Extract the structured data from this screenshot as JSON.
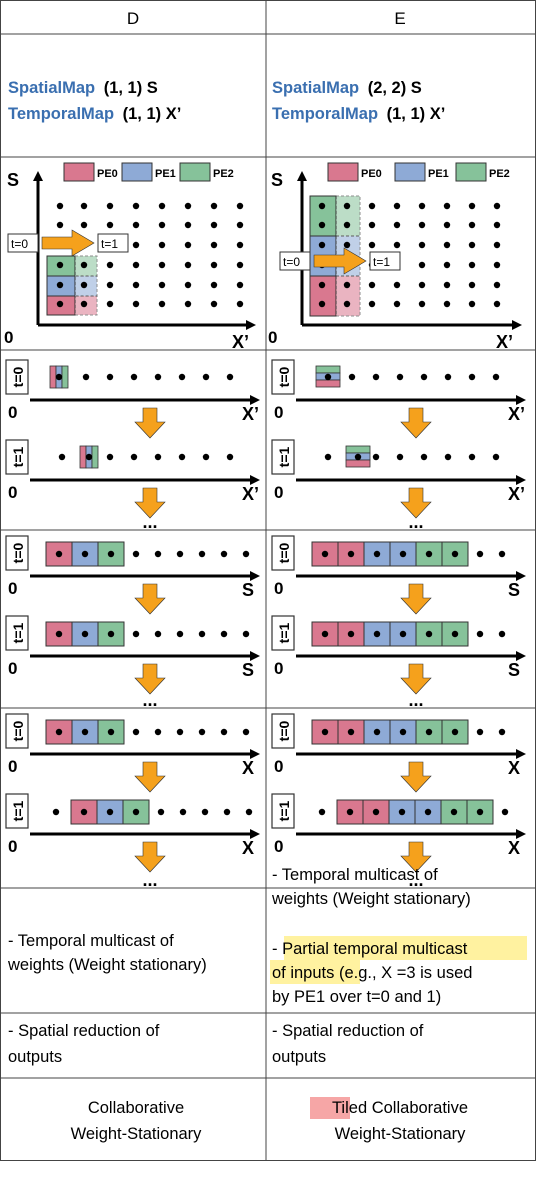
{
  "columns": [
    {
      "header": "D",
      "spatial_keyword": "SpatialMap",
      "spatial_args": "(1, 1) S",
      "temporal_keyword": "TemporalMap",
      "temporal_args": "(1, 1) X’",
      "axis_s": "S",
      "axis_x": "X’",
      "origin": "0",
      "t0_tag": "t=0",
      "t1_tag": "t=1",
      "legend": [
        "PE0",
        "PE1",
        "PE2"
      ],
      "weight_rows": [
        {
          "t": "t=0",
          "axis": "X’",
          "pe_offset": 0
        },
        {
          "t": "t=1",
          "axis": "X’",
          "pe_offset": 1
        }
      ],
      "input_rows": [
        {
          "t": "t=0",
          "axis": "S",
          "start": 0,
          "count": 3
        },
        {
          "t": "t=1",
          "axis": "S",
          "start": 0,
          "count": 3
        }
      ],
      "output_rows": [
        {
          "t": "t=0",
          "axis": "X",
          "start": 0,
          "count": 3
        },
        {
          "t": "t=1",
          "axis": "X",
          "start": 1,
          "count": 3
        }
      ],
      "ellipsis": "...",
      "reuse_line1": "- Temporal multicast of",
      "reuse_line2": "weights (Weight stationary)",
      "reduction_line1": "- Spatial reduction of",
      "reduction_line2": "outputs",
      "name_prefix": "",
      "name_line1": "Collaborative",
      "name_line2": "Weight-Stationary"
    },
    {
      "header": "E",
      "spatial_keyword": "SpatialMap",
      "spatial_args": "(2, 2) S",
      "temporal_keyword": "TemporalMap",
      "temporal_args": "(1, 1) X’",
      "axis_s": "S",
      "axis_x": "X’",
      "origin": "0",
      "t0_tag": "t=0",
      "t1_tag": "t=1",
      "legend": [
        "PE0",
        "PE1",
        "PE2"
      ],
      "weight_rows": [
        {
          "t": "t=0",
          "axis": "X’",
          "pe_offset": 0
        },
        {
          "t": "t=1",
          "axis": "X’",
          "pe_offset": 1
        }
      ],
      "input_rows": [
        {
          "t": "t=0",
          "axis": "S",
          "start": 0,
          "count": 6
        },
        {
          "t": "t=1",
          "axis": "S",
          "start": 0,
          "count": 6
        }
      ],
      "output_rows": [
        {
          "t": "t=0",
          "axis": "X",
          "start": 0,
          "count": 6
        },
        {
          "t": "t=1",
          "axis": "X",
          "start": 1,
          "count": 6
        }
      ],
      "ellipsis": "...",
      "reuse_line1": "- Temporal multicast of",
      "reuse_line2": "weights (Weight stationary)",
      "reuse_hl1": "- ",
      "reuse_hl2": "Partial temporal multicast",
      "reuse_hl3": "of inputs ",
      "reuse_hl4": "(e.g., X =3 is used",
      "reuse_hl5": "by PE1 over t=0 and 1)",
      "reduction_line1": "- Spatial reduction of",
      "reduction_line2": "outputs",
      "name_prefix": "Tiled",
      "name_line1": " Collaborative",
      "name_line2": "Weight-Stationary"
    }
  ],
  "colors": {
    "pe0": "#d9788f",
    "pe1": "#8eaad6",
    "pe2": "#86c29a",
    "keyword": "#3a6fb0",
    "arrow": "#f5a11c",
    "highlight_yellow": "#fff2a0",
    "highlight_red": "#f6a6a6"
  }
}
